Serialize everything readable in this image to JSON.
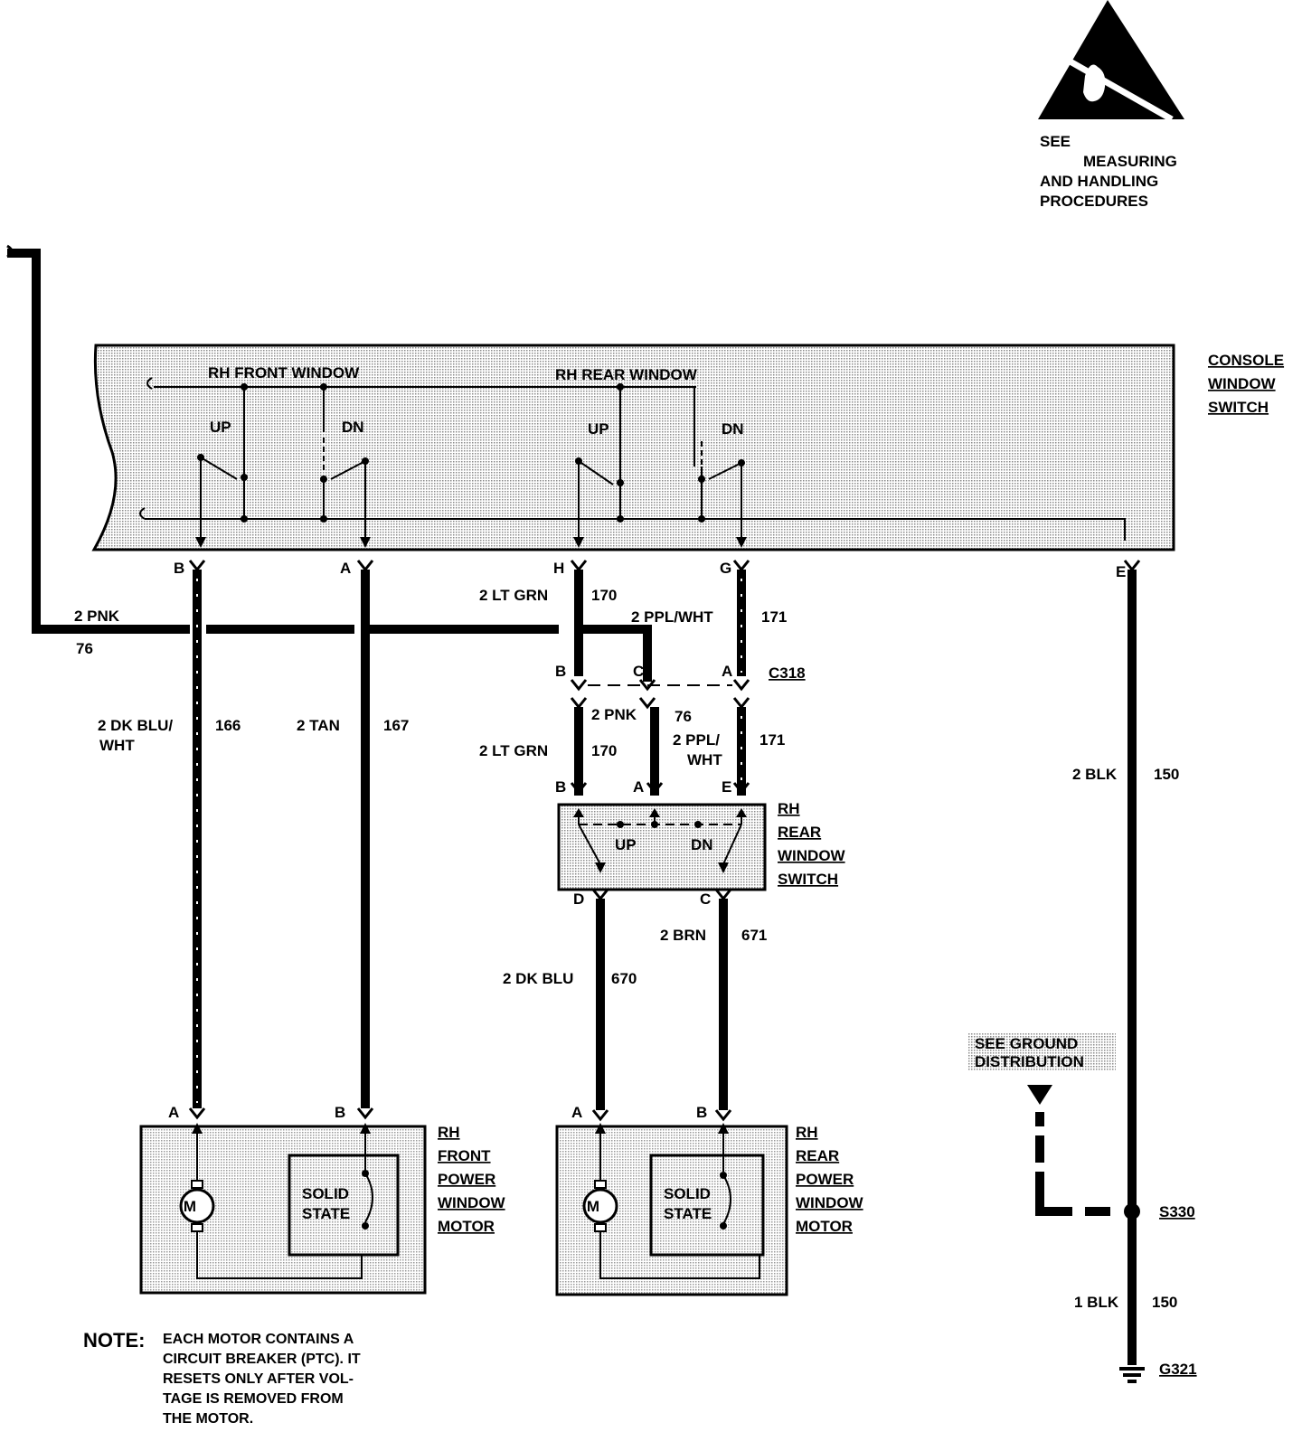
{
  "esd_notice": {
    "icon": "esd-warning-icon",
    "lines": [
      "SEE",
      "MEASURING",
      "AND HANDLING",
      "PROCEDURES"
    ]
  },
  "console_switch": {
    "title_lines": [
      "CONSOLE",
      "WINDOW",
      "SWITCH"
    ],
    "front_section": "RH FRONT WINDOW",
    "rear_section": "RH REAR WINDOW",
    "up": "UP",
    "dn": "DN",
    "pins": {
      "b": "B",
      "a": "A",
      "h": "H",
      "g": "G",
      "e": "E"
    }
  },
  "wires": {
    "pnk_feed": {
      "gauge_color": "2 PNK",
      "circuit": "76"
    },
    "front_up": {
      "gauge_color_lines": [
        "2 DK BLU/",
        "WHT"
      ],
      "circuit": "166"
    },
    "front_dn": {
      "gauge_color": "2 TAN",
      "circuit": "167"
    },
    "rear_up_top": {
      "gauge_color": "2 LT GRN",
      "circuit": "170"
    },
    "rear_dn_top": {
      "gauge_color": "2 PPL/WHT",
      "circuit": "171"
    },
    "pnk_mid": {
      "gauge_color": "2 PNK",
      "circuit": "76"
    },
    "rear_up_mid": {
      "gauge_color": "2 LT GRN",
      "circuit": "170"
    },
    "rear_dn_mid": {
      "gauge_color_lines": [
        "2 PPL/",
        "WHT"
      ],
      "circuit": "171"
    },
    "rear_motor_a": {
      "gauge_color": "2 DK BLU",
      "circuit": "670"
    },
    "rear_motor_b": {
      "gauge_color": "2 BRN",
      "circuit": "671"
    },
    "ground_upper": {
      "gauge_color": "2 BLK",
      "circuit": "150"
    },
    "ground_lower": {
      "gauge_color": "1 BLK",
      "circuit": "150"
    }
  },
  "connector_c318": {
    "name": "C318",
    "pins": [
      "B",
      "C",
      "A"
    ]
  },
  "rear_switch": {
    "title_lines": [
      "RH",
      "REAR",
      "WINDOW",
      "SWITCH"
    ],
    "pins_top": [
      "B",
      "A",
      "E"
    ],
    "pins_bottom": [
      "D",
      "C"
    ],
    "up": "UP",
    "dn": "DN"
  },
  "front_motor": {
    "title_lines": [
      "RH",
      "FRONT",
      "POWER",
      "WINDOW",
      "MOTOR"
    ],
    "pins": [
      "A",
      "B"
    ],
    "motor_symbol": "M",
    "solid_state_lines": [
      "SOLID",
      "STATE"
    ]
  },
  "rear_motor": {
    "title_lines": [
      "RH",
      "REAR",
      "POWER",
      "WINDOW",
      "MOTOR"
    ],
    "pins": [
      "A",
      "B"
    ],
    "motor_symbol": "M",
    "solid_state_lines": [
      "SOLID",
      "STATE"
    ]
  },
  "ground": {
    "see_lines": [
      "SEE GROUND",
      "DISTRIBUTION"
    ],
    "splice": "S330",
    "ground_point": "G321"
  },
  "note": {
    "head": "NOTE:",
    "lines": [
      "EACH MOTOR CONTAINS A",
      "CIRCUIT BREAKER (PTC). IT",
      "RESETS ONLY AFTER VOL-",
      "TAGE IS REMOVED FROM",
      "THE MOTOR."
    ]
  }
}
